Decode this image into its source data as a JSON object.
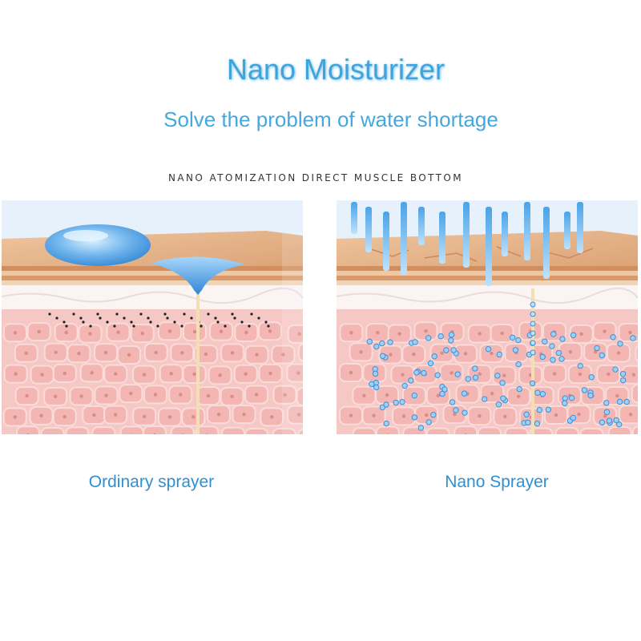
{
  "header": {
    "title": "Nano Moisturizer",
    "subtitle": "Solve the problem of water shortage",
    "tagline": "NANO ATOMIZATION DIRECT MUSCLE BOTTOM"
  },
  "panels": [
    {
      "caption": "Ordinary sprayer"
    },
    {
      "caption": "Nano Sprayer"
    }
  ],
  "colors": {
    "accent": "#3fa4dc",
    "caption": "#2f8fd3",
    "skin_surface": "#e8b58a",
    "cell_fill": "#f3b6b3",
    "cell_outline": "#f9dcda",
    "water": "#4f9fe0",
    "panel_bg": "#e6f1fb"
  }
}
